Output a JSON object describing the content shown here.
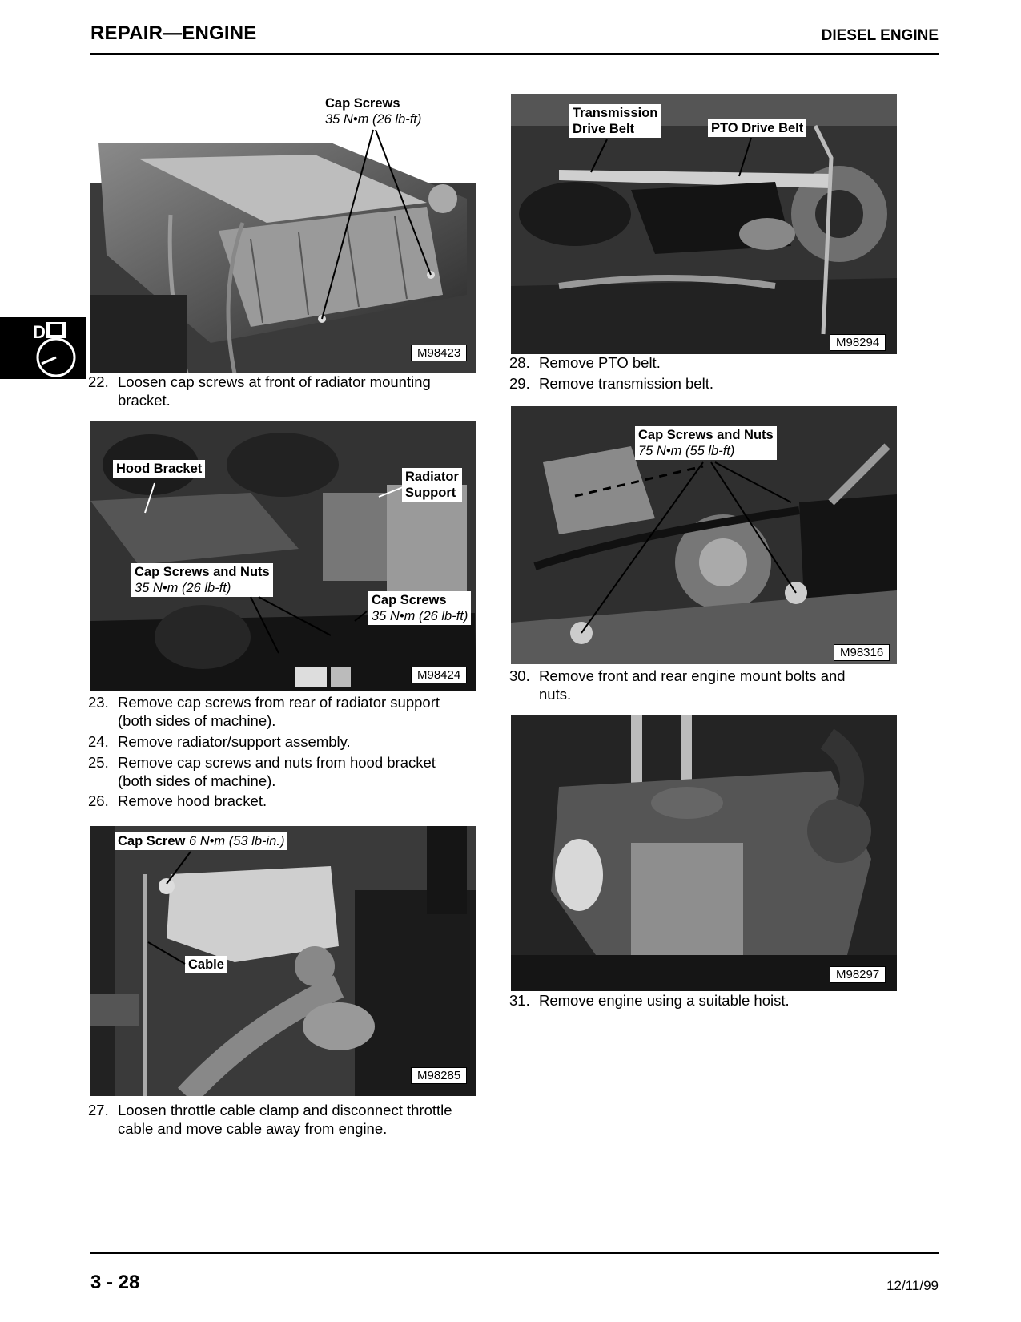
{
  "header": {
    "left": "REPAIR—ENGINE",
    "right": "DIESEL ENGINE"
  },
  "tab": {
    "letter": "D"
  },
  "footer": {
    "page": "3 - 28",
    "date": "12/11/99"
  },
  "figures": {
    "f1": {
      "id": "M98423",
      "callout_title": "Cap Screws",
      "callout_spec": "35 N•m (26 lb-ft)"
    },
    "f2": {
      "id": "M98424",
      "hood_bracket": "Hood Bracket",
      "radiator_support_1": "Radiator",
      "radiator_support_2": "Support",
      "csn_title": "Cap Screws and Nuts",
      "csn_spec": "35 N•m (26 lb-ft)",
      "cs_title": "Cap Screws",
      "cs_spec": "35 N•m (26 lb-ft)"
    },
    "f3": {
      "id": "M98285",
      "cap_screw": "Cap Screw",
      "cap_screw_spec": "6 N•m (53 lb-in.)",
      "cable": "Cable"
    },
    "f4": {
      "id": "M98294",
      "trans_1": "Transmission",
      "trans_2": "Drive Belt",
      "pto": "PTO Drive Belt"
    },
    "f5": {
      "id": "M98316",
      "title": "Cap Screws and Nuts",
      "spec": "75 N•m (55 lb-ft)"
    },
    "f6": {
      "id": "M98297"
    }
  },
  "steps": {
    "s22": {
      "num": "22.",
      "line1": "Loosen cap screws at front of radiator mounting",
      "line2": "bracket."
    },
    "s23": {
      "num": "23.",
      "line1": "Remove cap screws from rear of radiator support",
      "line2": "(both sides of machine)."
    },
    "s24": {
      "num": "24.",
      "line1": "Remove radiator/support assembly."
    },
    "s25": {
      "num": "25.",
      "line1": "Remove cap screws and nuts from hood bracket",
      "line2": "(both sides of machine)."
    },
    "s26": {
      "num": "26.",
      "line1": "Remove hood bracket."
    },
    "s27": {
      "num": "27.",
      "line1": "Loosen throttle cable clamp and disconnect throttle",
      "line2": "cable and move cable away from engine."
    },
    "s28": {
      "num": "28.",
      "line1": "Remove PTO belt."
    },
    "s29": {
      "num": "29.",
      "line1": "Remove transmission belt."
    },
    "s30": {
      "num": "30.",
      "line1": "Remove front and rear engine mount bolts and",
      "line2": "nuts."
    },
    "s31": {
      "num": "31.",
      "line1": "Remove engine using a suitable hoist."
    }
  }
}
